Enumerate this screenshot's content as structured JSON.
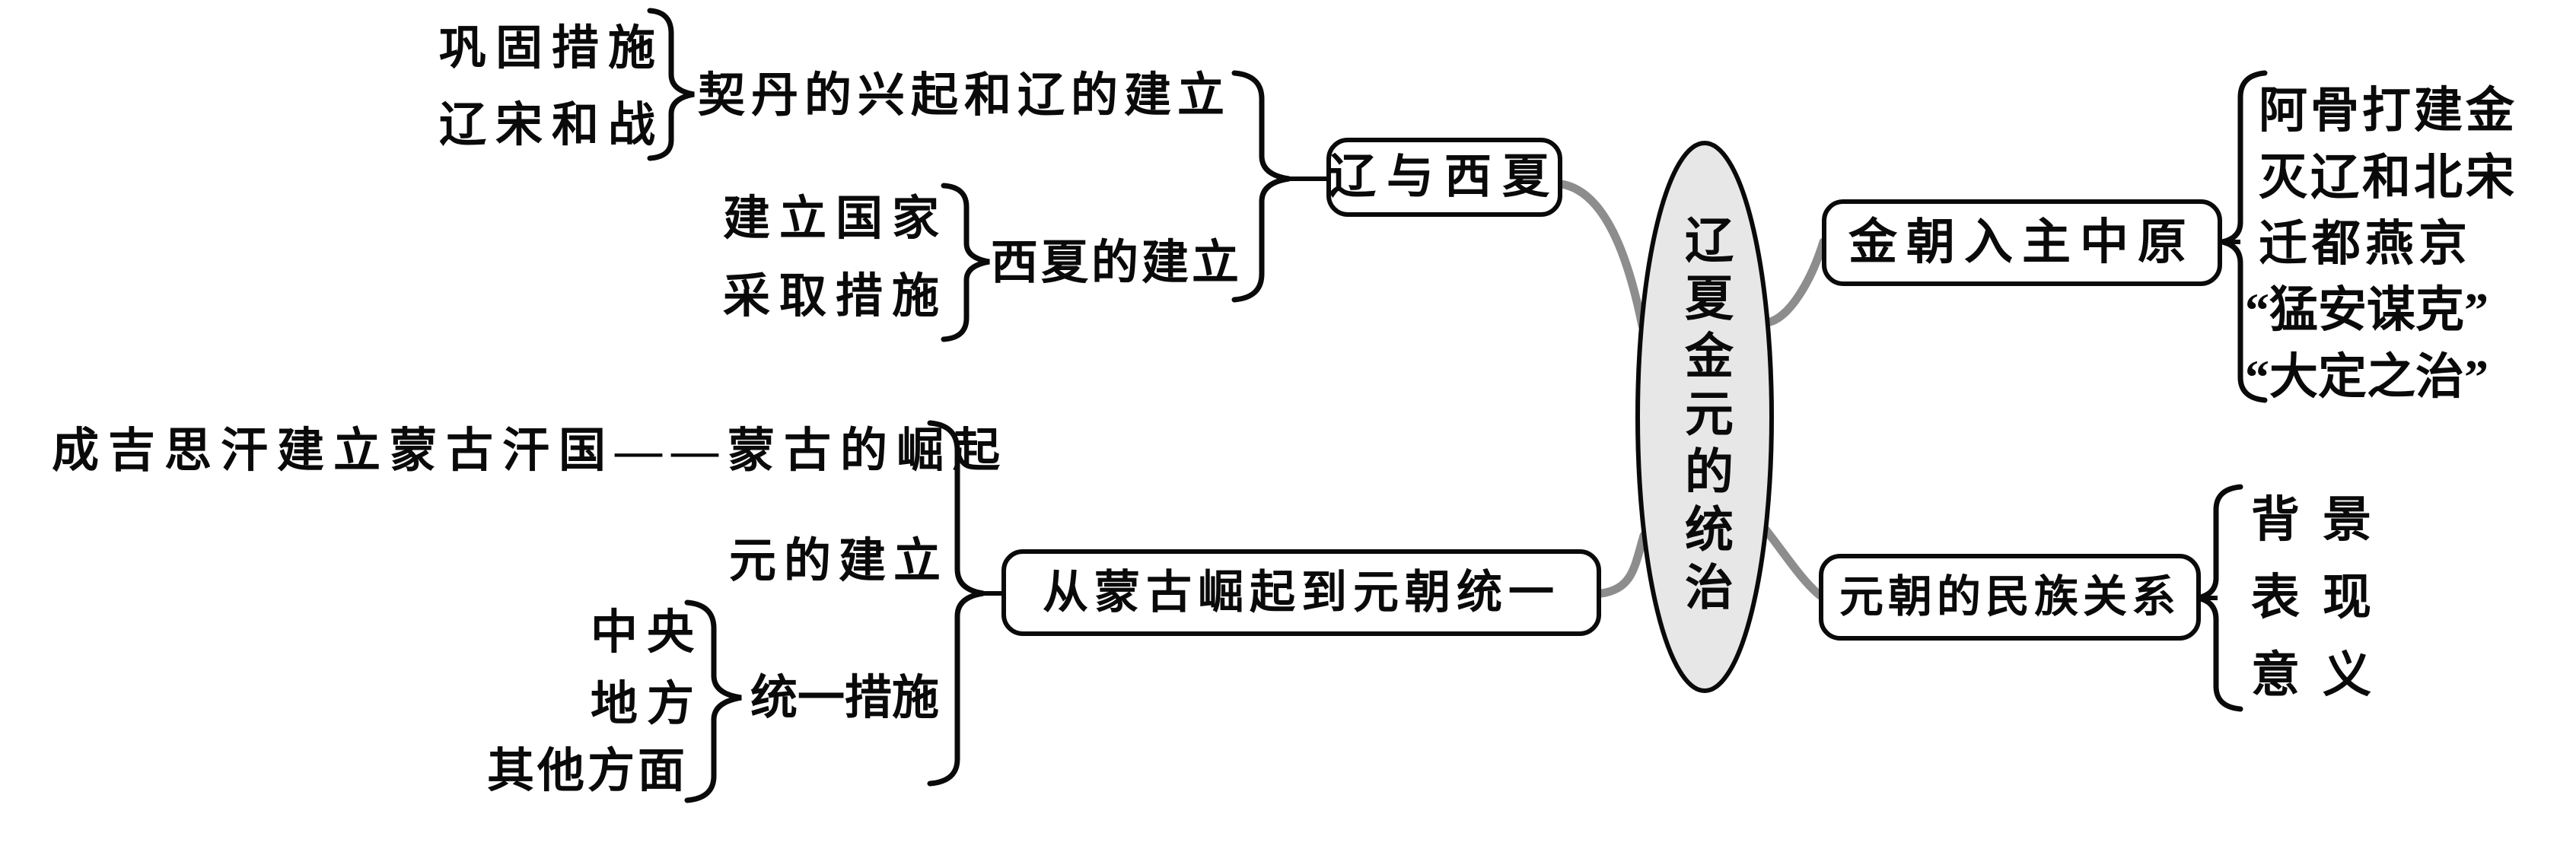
{
  "diagram": {
    "center": "辽夏金元的统治",
    "liao_xixia": {
      "box": "辽与西夏",
      "khitan": {
        "notes": [
          "巩固措施",
          "辽宋和战"
        ],
        "topic": "契丹的兴起和辽的建立"
      },
      "xixia": {
        "notes": [
          "建立国家",
          "采取措施"
        ],
        "topic": "西夏的建立"
      }
    },
    "jin": {
      "box": "金朝入主中原",
      "points": [
        "阿骨打建金",
        "灭辽和北宋",
        "迁都燕京",
        "“猛安谋克”",
        "“大定之治”"
      ]
    },
    "mongol_yuan": {
      "box": "从蒙古崛起到元朝统一",
      "rise": "成吉思汗建立蒙古汗国——蒙古的崛起",
      "founding": "元的建立",
      "unify": {
        "notes": [
          "中央",
          "地方",
          "其他方面"
        ],
        "topic": "统一措施"
      }
    },
    "ethnic": {
      "box": "元朝的民族关系",
      "points": [
        "背景",
        "表现",
        "意义"
      ]
    }
  },
  "colors": {
    "ink": "#0a0a0a",
    "connector": "#8d8d8d",
    "oval_fill": "#e7e7e7"
  }
}
